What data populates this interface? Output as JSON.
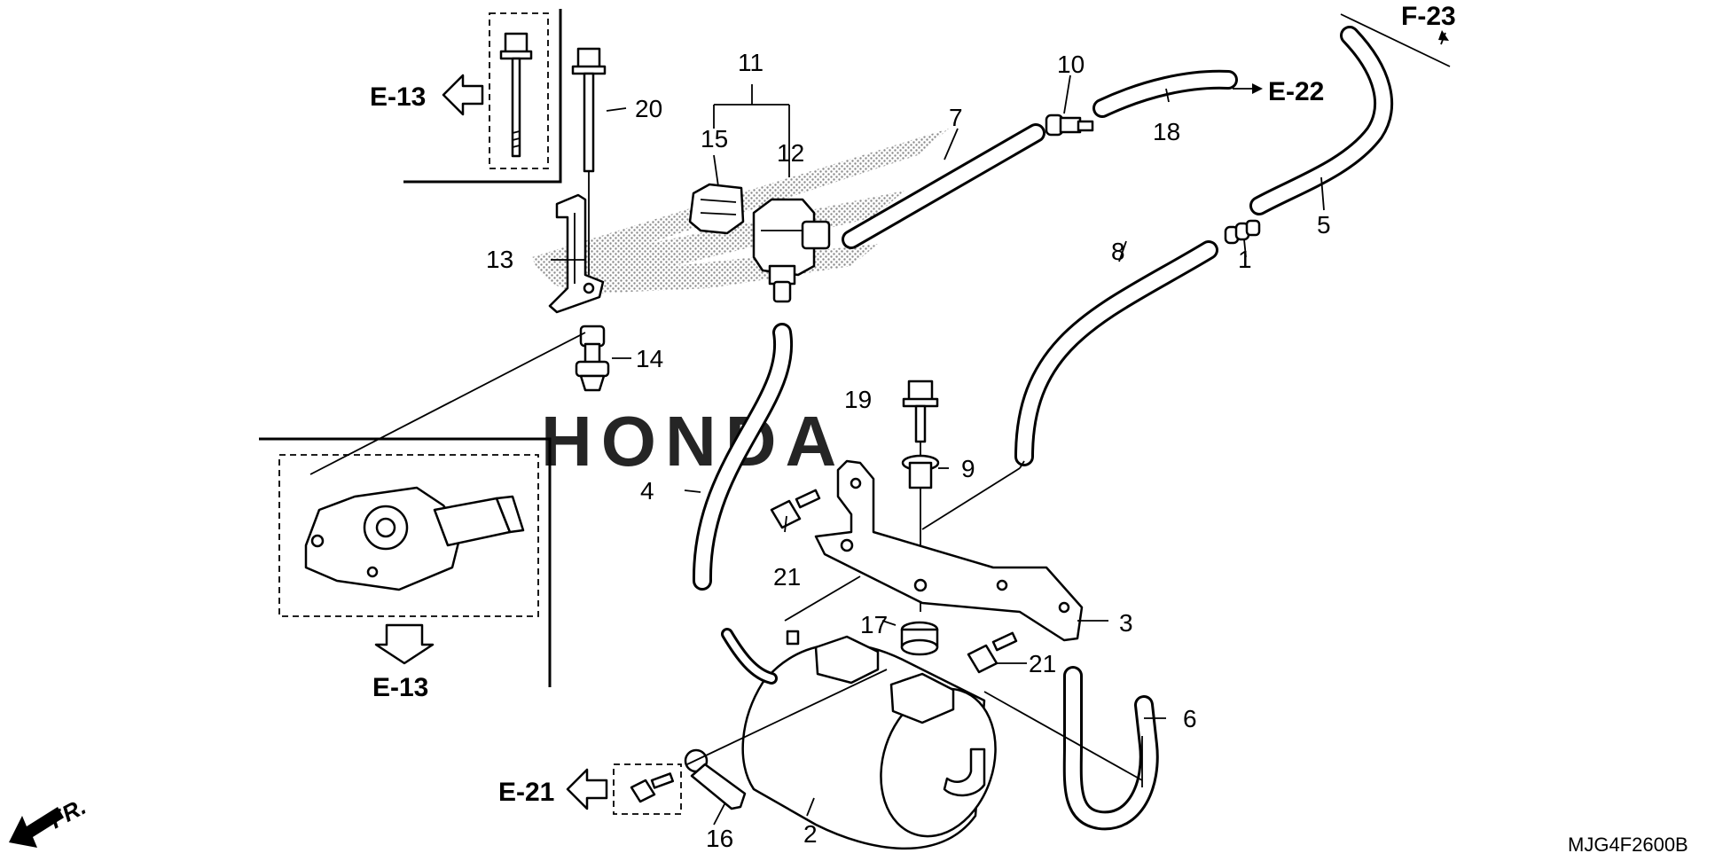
{
  "diagram": {
    "part_numbers": [
      "1",
      "2",
      "3",
      "4",
      "5",
      "6",
      "7",
      "8",
      "9",
      "10",
      "11",
      "12",
      "13",
      "14",
      "15",
      "16",
      "17",
      "18",
      "19",
      "20",
      "21",
      "21"
    ],
    "references": {
      "e13_upper": "E-13",
      "e13_lower": "E-13",
      "e21": "E-21",
      "e22": "E-22",
      "f23": "F-23"
    },
    "direction_label": "FR.",
    "watermark": "HONDA",
    "diagram_code": "MJG4F2600B"
  }
}
